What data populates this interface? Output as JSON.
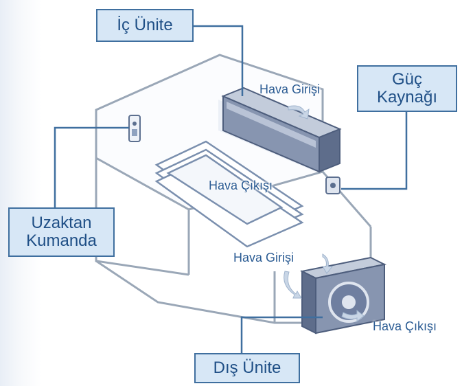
{
  "labels": {
    "indoor_unit": "İç Ünite",
    "power_line1": "Güç",
    "power_line2": "Kaynağı",
    "remote_line1": "Uzaktan",
    "remote_line2": "Kumanda",
    "outdoor_unit": "Dış Ünite",
    "air_in_indoor": "Hava Girişi",
    "air_out_indoor": "Hava Çıkışı",
    "air_in_outdoor": "Hava Girişi",
    "air_out_outdoor": "Hava Çıkışı"
  },
  "colors": {
    "box_fill": "#d7e7f6",
    "box_border": "#3f6f9f",
    "text": "#1f4f86",
    "unit": "#5c6f8f"
  }
}
